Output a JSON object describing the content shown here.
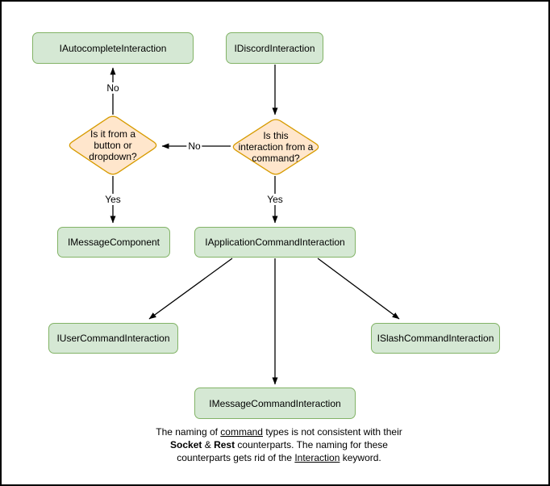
{
  "palette": {
    "node_fill": "#d5e8d4",
    "node_stroke": "#82b366",
    "decision_fill": "#ffe6cc",
    "decision_stroke": "#d79b00",
    "line_color": "#000000",
    "background": "#ffffff"
  },
  "nodes": {
    "autocomplete": {
      "label": "IAutocompleteInteraction"
    },
    "discord": {
      "label": "IDiscordInteraction"
    },
    "message_component": {
      "label": "IMessageComponent"
    },
    "application_command": {
      "label": "IApplicationCommandInteraction"
    },
    "user_command": {
      "label": "IUserCommandInteraction"
    },
    "slash_command": {
      "label": "ISlashCommandInteraction"
    },
    "message_command": {
      "label": "IMessageCommandInteraction"
    }
  },
  "decisions": {
    "button_dropdown": {
      "label": "Is it from a\nbutton or\ndropdown?"
    },
    "from_command": {
      "label": "Is this\ninteraction from a\ncommand?"
    }
  },
  "edge_labels": {
    "no_to_autocomplete": "No",
    "no_to_button_dropdown": "No",
    "yes_to_message_component": "Yes",
    "yes_to_application_command": "Yes"
  },
  "note": {
    "line1_pre": "The naming of ",
    "line1_underline": "command",
    "line1_post": " types is not consistent with their",
    "line2_bold1": "Socket",
    "line2_amp": " & ",
    "line2_bold2": "Rest",
    "line2_post": " counterparts. The naming for these",
    "line3_pre": "counterparts gets rid of the ",
    "line3_underline": "Interaction",
    "line3_post": " keyword."
  }
}
